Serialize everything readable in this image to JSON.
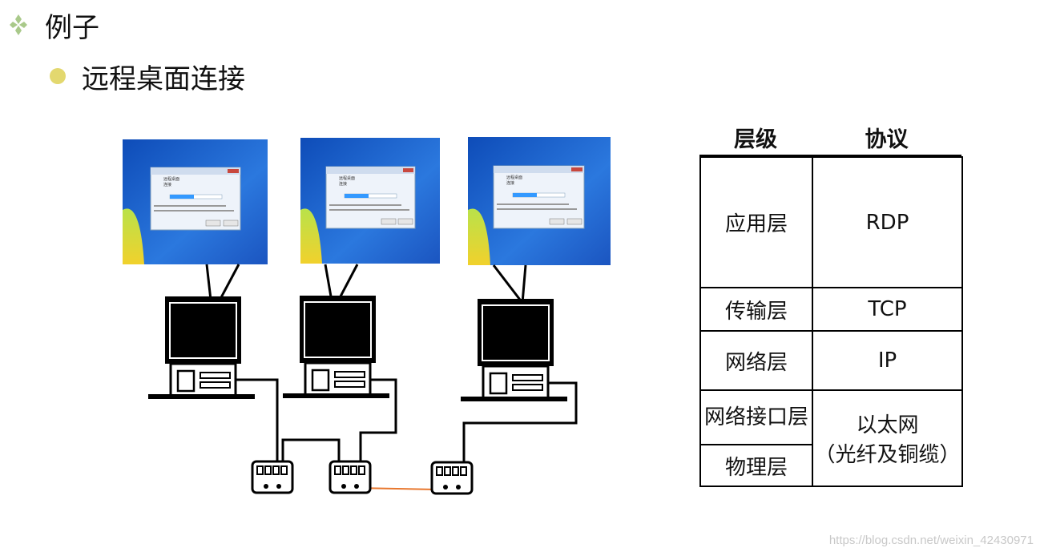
{
  "heading": "例子",
  "subheading": "远程桌面连接",
  "screens": [
    {
      "dialog_title_1": "远程桌面",
      "dialog_title_2": "连接"
    },
    {
      "dialog_title_1": "远程桌面",
      "dialog_title_2": "连接"
    },
    {
      "dialog_title_1": "远程桌面",
      "dialog_title_2": "连接"
    }
  ],
  "table": {
    "col_layer": "层级",
    "col_protocol": "协议",
    "rows": {
      "app_layer": "应用层",
      "app_proto": "RDP",
      "transport_layer": "传输层",
      "transport_proto": "TCP",
      "network_layer": "网络层",
      "network_proto": "IP",
      "link_layer": "网络接口层",
      "physical_layer": "物理层",
      "link_physical_proto_1": "以太网",
      "link_physical_proto_2": "（光纤及铜缆）"
    }
  },
  "watermark": "https://blog.csdn.net/weixin_42430971",
  "colors": {
    "bullet": "#e3d86f",
    "fiber_link": "#e8772e",
    "screen_blue": "#1a5fc8"
  }
}
